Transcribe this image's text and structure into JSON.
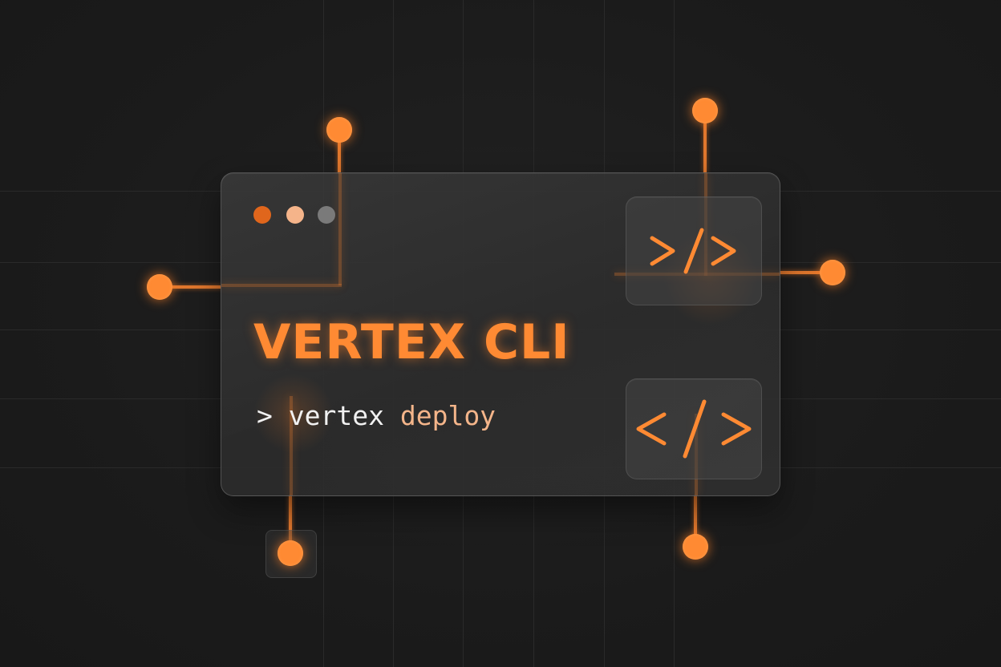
{
  "app": {
    "title": "VERTEX CLI"
  },
  "terminal": {
    "prompt": ">",
    "command": "vertex",
    "argument": "deploy"
  },
  "window_controls": [
    {
      "name": "close",
      "color": "#e0661c"
    },
    {
      "name": "minimize",
      "color": "#f5b48a"
    },
    {
      "name": "maximize",
      "color": "#7a7a7a"
    }
  ],
  "icons": {
    "top_tile": "self-closing-code-icon",
    "bottom_tile": "code-brackets-icon"
  },
  "colors": {
    "background": "#1b1b1b",
    "accent": "#ff8a33",
    "argument_text": "#f4b58a",
    "command_text": "#f1f1f1"
  }
}
